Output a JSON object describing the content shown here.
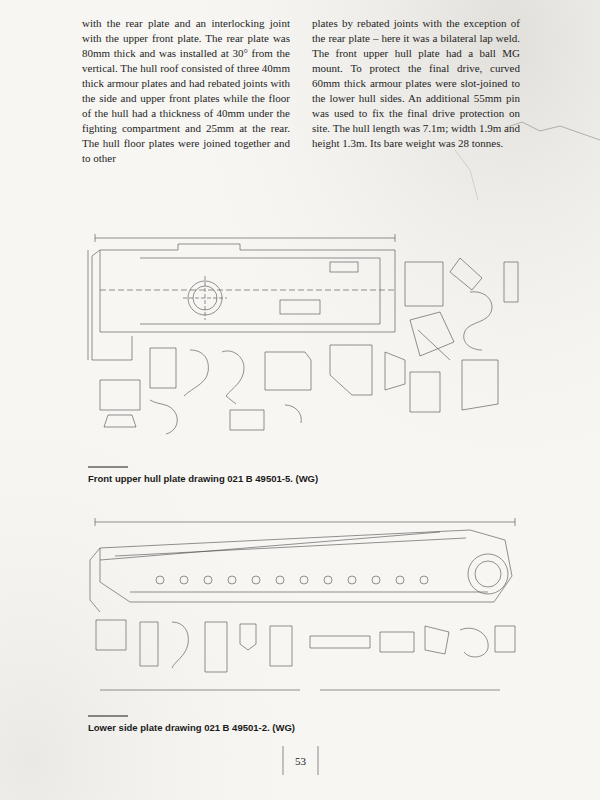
{
  "diagram": {
    "labels": [
      "with the rear plate and an interlocking joint with the upper front plate. The rear plate was 80mm thick and was installed at 30° from the vertical. The hull roof consisted of three 40mm thick armour plates and had rebated joints with the side and upper front plates while the floor of the hull had a thickness of 40mm under the fighting compartment and 25mm at the rear. The hull floor plates were joined together and to other",
      "plates by rebated joints with the exception of the rear plate – here it was a bilateral lap weld. The front upper hull plate had a ball MG mount. To protect the final drive, curved 60mm thick armour plates were slot-joined to the lower hull sides. An additional 55mm pin was used to fix the final drive protection on site. The hull length was 7.1m; width 1.9m and height 1.3m. Its bare weight was 28 tonnes.",
      "Front upper hull plate drawing 021 B 49501-5. (WG)",
      "Lower side plate drawing 021 B 49501-2. (WG)",
      "53"
    ]
  }
}
